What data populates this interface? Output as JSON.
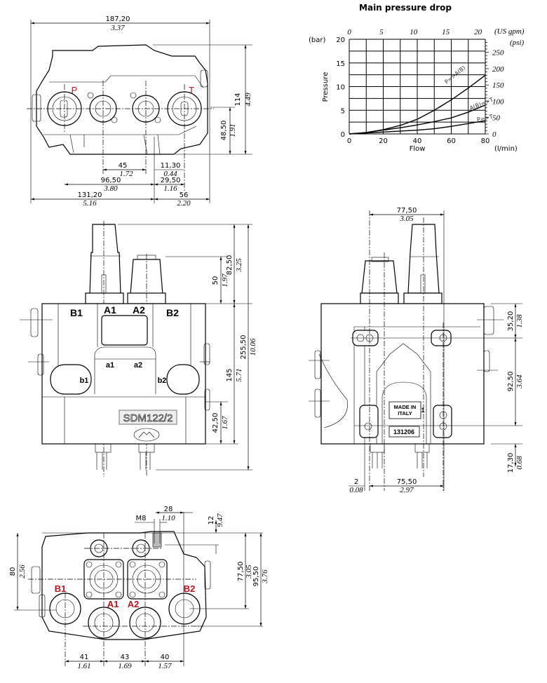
{
  "top_view": {
    "port_labels": {
      "p": "P",
      "t": "T"
    },
    "dims": {
      "overall_width": {
        "mm": "187,20",
        "in": "3.37"
      },
      "height": {
        "mm": "114",
        "in": "4.49"
      },
      "axis_height": {
        "mm": "48,50",
        "in": "1.91"
      },
      "port_spacing": {
        "mm": "45",
        "in": "1.72"
      },
      "offset_a": {
        "mm": "11,30",
        "in": "0.44"
      },
      "p_to_ref": {
        "mm": "96,50",
        "in": "3.80"
      },
      "t_from_ref": {
        "mm": "29,50",
        "in": "1.16"
      },
      "left_to_ref": {
        "mm": "131,20",
        "in": "5.16"
      },
      "ref_to_right": {
        "mm": "56",
        "in": "2.20"
      }
    }
  },
  "front_view": {
    "port_labels": {
      "b1": "B1",
      "a1": "A1",
      "a2": "A2",
      "b2": "B2",
      "a1_small": "a1",
      "a2_small": "a2",
      "b1_small": "b1",
      "b2_small": "b2"
    },
    "model": "SDM122/2",
    "dims": {
      "cap_height": {
        "mm": "50",
        "in": "1.97"
      },
      "spool_height": {
        "mm": "82,50",
        "in": "3.25"
      },
      "body_height": {
        "mm": "145",
        "in": "5.71"
      },
      "total_height": {
        "mm": "255,50",
        "in": "10.06"
      },
      "lower_height": {
        "mm": "42,50",
        "in": "1.67"
      }
    }
  },
  "side_view": {
    "plate_made_in": "MADE IN ITALY",
    "plate_number": "1",
    "serial": "131206",
    "dims": {
      "spool_spacing": {
        "mm": "77,50",
        "in": "3.05"
      },
      "top_hole": {
        "mm": "35,20",
        "in": "1.38"
      },
      "hole_spacing": {
        "mm": "92,50",
        "in": "3.64"
      },
      "bottom_offset": {
        "mm": "17,30",
        "in": "0.68"
      },
      "left_offset": {
        "mm": "2",
        "in": "0.08"
      },
      "bottom_spacing": {
        "mm": "75,50",
        "in": "2.97"
      }
    }
  },
  "bottom_view": {
    "port_labels": {
      "b1": "B1",
      "a1": "A1",
      "a2": "A2",
      "b2": "B2"
    },
    "dims": {
      "thread": "M8",
      "thread_offset": {
        "mm": "28",
        "in": "1.10"
      },
      "thread_depth": {
        "mm": "12",
        "in": "9.47"
      },
      "left_height": {
        "mm": "80",
        "in": "2.56"
      },
      "right_height_1": {
        "mm": "77,50",
        "in": "3.05"
      },
      "right_height_2": {
        "mm": "95,50",
        "in": "3.76"
      },
      "spacing_1": {
        "mm": "41",
        "in": "1.61"
      },
      "spacing_2": {
        "mm": "43",
        "in": "1.69"
      },
      "spacing_3": {
        "mm": "40",
        "in": "1.57"
      }
    }
  },
  "chart_data": {
    "type": "line",
    "title": "Main pressure drop",
    "xlabel": "Flow",
    "xunit": "(l/min)",
    "ylabel": "Pressure",
    "yunit": "(bar)",
    "x_top_unit": "(US gpm)",
    "y_right_unit": "(psi)",
    "xlim": [
      0,
      80
    ],
    "ylim": [
      0,
      20
    ],
    "x_ticks": [
      0,
      20,
      40,
      60,
      80
    ],
    "y_ticks": [
      0,
      5,
      10,
      15,
      20
    ],
    "x_top_ticks": [
      0,
      5,
      10,
      15,
      20
    ],
    "y_right_ticks": [
      0,
      50,
      100,
      150,
      200,
      250
    ],
    "grid": true,
    "x": [
      0,
      10,
      20,
      30,
      40,
      50,
      60,
      70,
      80
    ],
    "series": [
      {
        "name": "P=>A(B)",
        "values": [
          0,
          0.3,
          0.9,
          1.8,
          3.1,
          5.0,
          7.2,
          9.7,
          12.4
        ]
      },
      {
        "name": "A(B)=>T",
        "values": [
          0,
          0.3,
          0.8,
          1.3,
          1.9,
          2.6,
          3.4,
          4.6,
          6.1
        ]
      },
      {
        "name": "P=>T",
        "values": [
          0,
          0.2,
          0.4,
          0.6,
          0.8,
          1.1,
          1.6,
          2.2,
          2.8
        ]
      }
    ]
  }
}
